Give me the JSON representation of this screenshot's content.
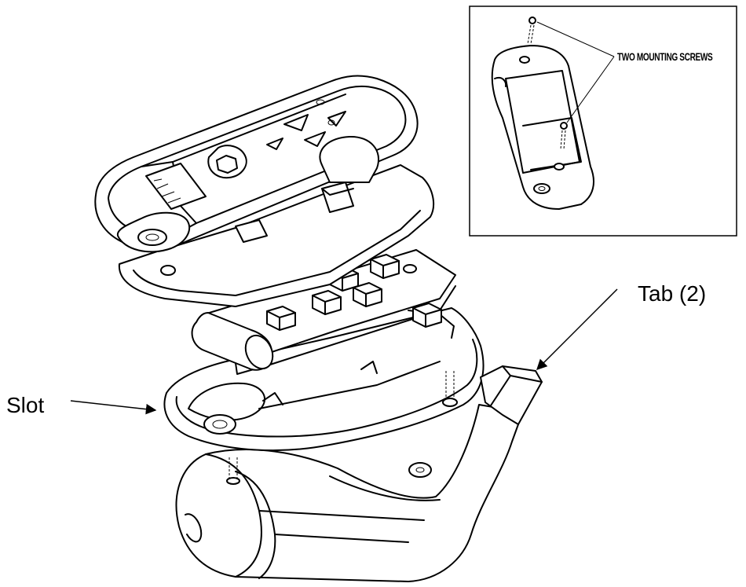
{
  "labels": {
    "slot": "Slot",
    "tab": "Tab (2)",
    "inset": "TWO MOUNTING SCREWS"
  },
  "icons": [
    "screw-icon",
    "arrow-icon"
  ]
}
